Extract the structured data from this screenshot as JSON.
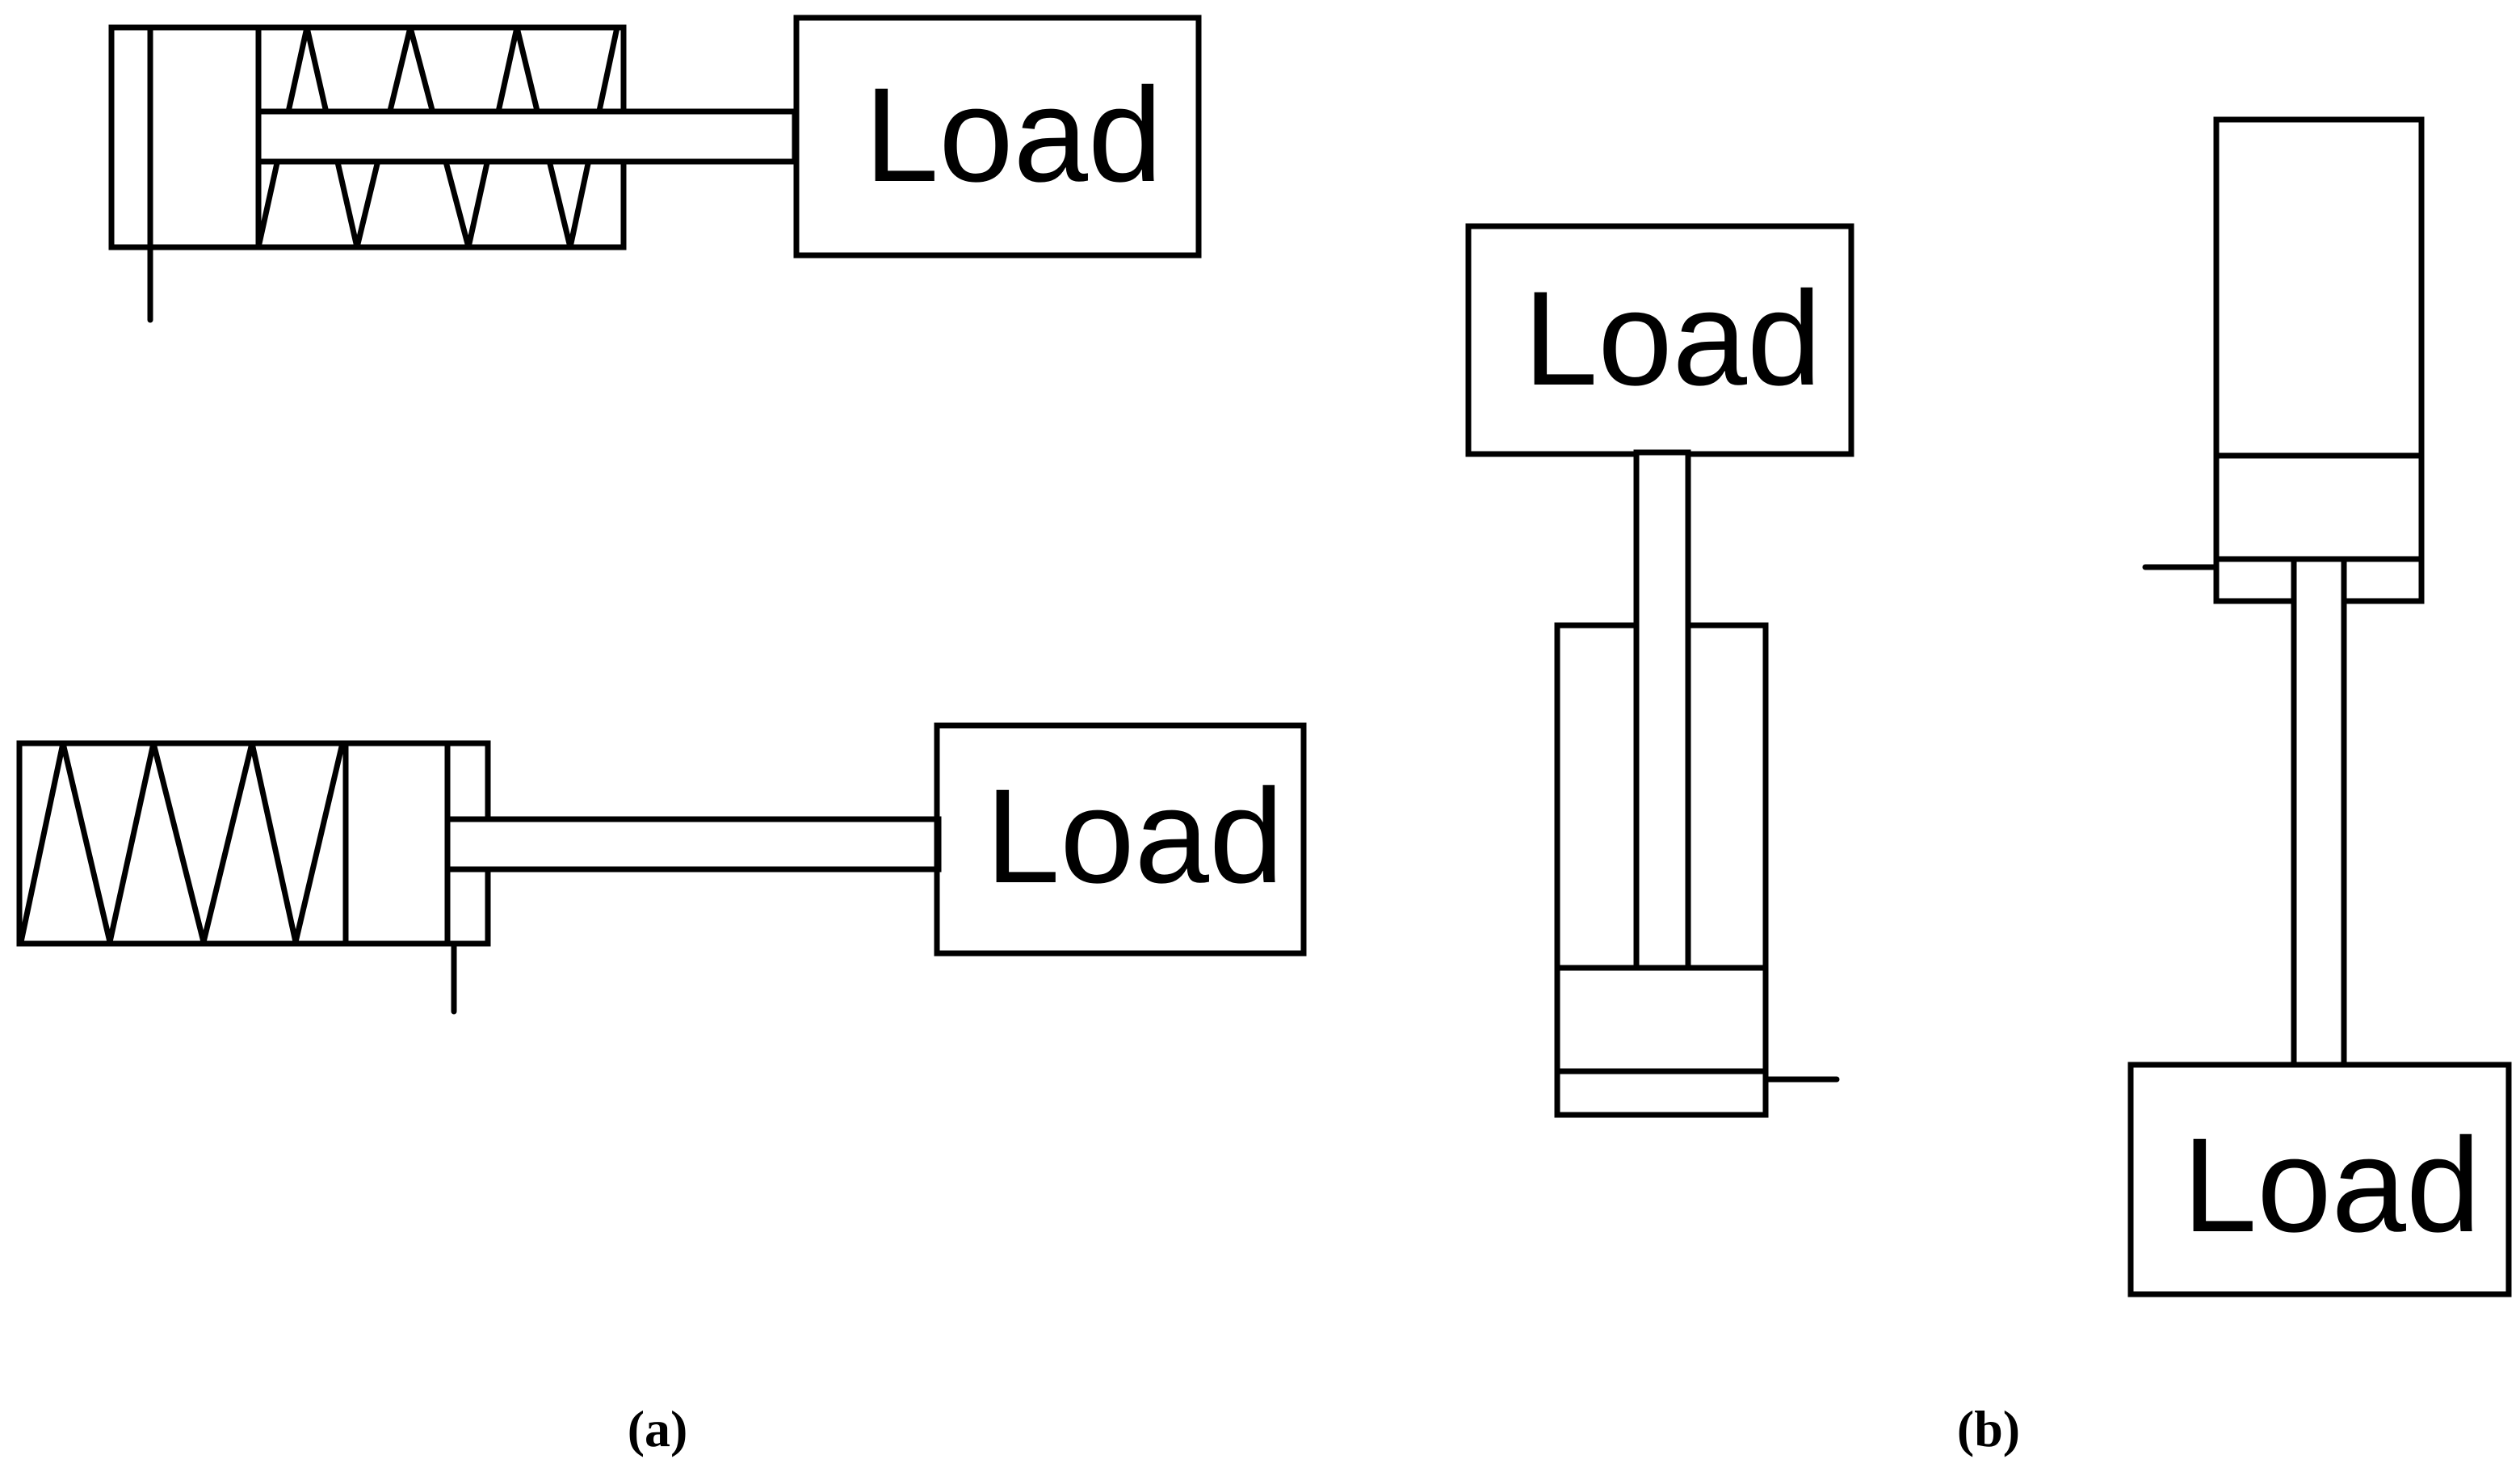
{
  "load_label": "Load",
  "captions": {
    "a": "(a)",
    "b": "(b)"
  }
}
